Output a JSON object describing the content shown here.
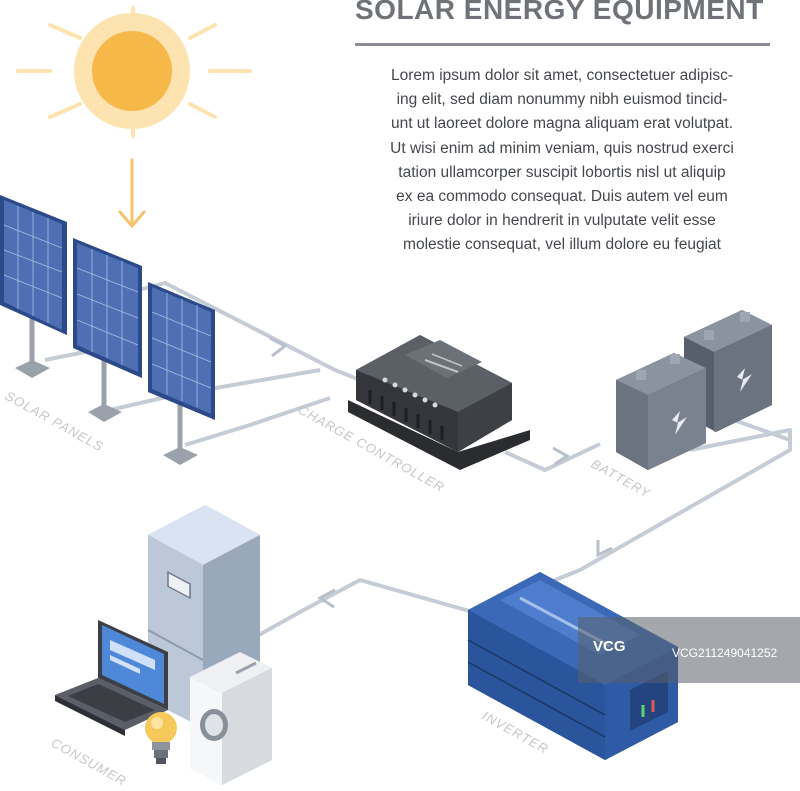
{
  "title": "SOLAR ENERGY EQUIPMENT",
  "body_lines": [
    "Lorem ipsum dolor sit amet, consectetuer adipisc-",
    "ing elit, sed diam nonummy nibh euismod tincid-",
    "unt ut laoreet dolore magna aliquam erat volutpat.",
    "Ut wisi enim ad minim veniam, quis nostrud exerci",
    "tation ullamcorper suscipit lobortis nisl ut aliquip",
    "ex ea commodo consequat. Duis autem vel eum",
    "iriure dolor in hendrerit in vulputate velit esse",
    "molestie consequat, vel illum dolore eu feugiat"
  ],
  "labels": {
    "solar_panels": "SOLAR PANELS",
    "charge_controller": "CHARGE CONTROLLER",
    "battery": "BATTERY",
    "inverter": "INVERTER",
    "consumer": "CONSUMER"
  },
  "watermark": {
    "logo": "VCG",
    "id": "VCG211249041252"
  },
  "icons": [
    "sun-icon",
    "arrow-down-icon",
    "solar-panel-icon",
    "charge-controller-icon",
    "battery-icon",
    "inverter-icon",
    "refrigerator-icon",
    "laptop-icon",
    "light-bulb-icon",
    "washing-machine-icon"
  ],
  "colors": {
    "sun": "#f7b84a",
    "sun_halo": "#fde3b0",
    "wire": "#c5ccd6",
    "panel": "#3f5d9c",
    "inverter": "#2f5ea8",
    "battery": "#6f7786",
    "controller": "#3c3e42"
  }
}
